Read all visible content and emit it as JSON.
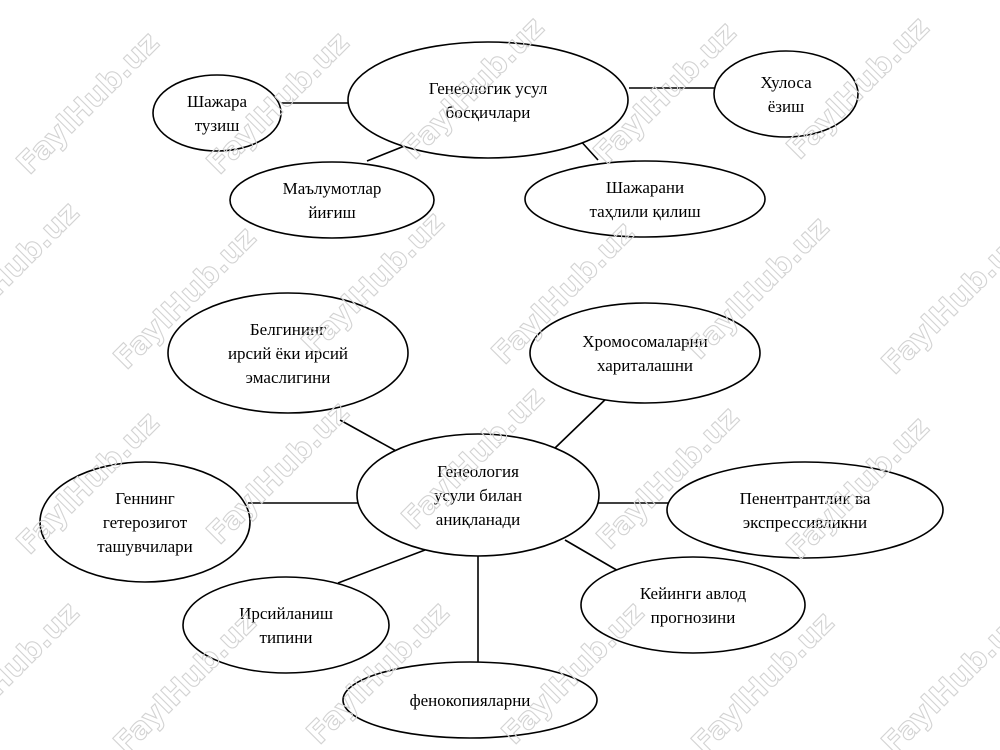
{
  "watermark": {
    "text": "FaylHub.uz",
    "color": "#cfcfcf"
  },
  "diagram_top": {
    "center": {
      "lines": [
        "Генеологик усул",
        "босқичлари"
      ]
    },
    "nodes": [
      {
        "id": "top-tuzish",
        "lines": [
          "Шажара",
          "тузиш"
        ]
      },
      {
        "id": "top-yigish",
        "lines": [
          "Маълумотлар",
          "йиғиш"
        ]
      },
      {
        "id": "top-tahlil",
        "lines": [
          "Шажарани",
          "таҳлили қилиш"
        ]
      },
      {
        "id": "top-xulosa",
        "lines": [
          "Хулоса",
          "ёзиш"
        ]
      }
    ]
  },
  "diagram_bottom": {
    "center": {
      "lines": [
        "Генеология",
        "усули билан",
        "аниқланади"
      ]
    },
    "nodes": [
      {
        "id": "bottom-belgi",
        "lines": [
          "Белгининг",
          "ирсий ёки ирсий",
          "эмаслигини"
        ]
      },
      {
        "id": "bottom-xromosoma",
        "lines": [
          "Хромосомаларни",
          "хариталашни"
        ]
      },
      {
        "id": "bottom-gen",
        "lines": [
          "Геннинг",
          "гетерозигот",
          "ташувчилари"
        ]
      },
      {
        "id": "bottom-penetrant",
        "lines": [
          "Пенентрантлик ва",
          "экспрессивликни"
        ]
      },
      {
        "id": "bottom-irsiy",
        "lines": [
          "Ирсийланиш",
          "типини"
        ]
      },
      {
        "id": "bottom-keyingi",
        "lines": [
          "Кейинги авлод",
          "прогнозини"
        ]
      },
      {
        "id": "bottom-fenokopiya",
        "lines": [
          "фенокопияларни"
        ]
      }
    ]
  }
}
